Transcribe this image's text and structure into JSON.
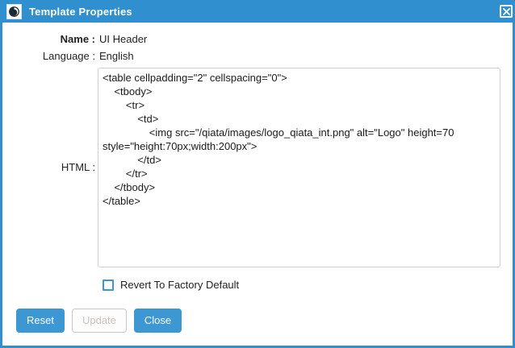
{
  "window": {
    "title": "Template Properties",
    "icon": "app-logo-icon",
    "close_icon": "close-icon",
    "accent_color": "#3090cf",
    "border_color": "#3090cf"
  },
  "form": {
    "name": {
      "label": "Name :",
      "value": "UI Header"
    },
    "language": {
      "label": "Language :",
      "value": "English"
    },
    "html": {
      "label": "HTML :",
      "value": "<table cellpadding=\"2\" cellspacing=\"0\">\n    <tbody>\n        <tr>\n            <td>\n                <img src=\"/qiata/images/logo_qiata_int.png\" alt=\"Logo\" height=70 style=\"height:70px;width:200px\">\n            </td>\n        </tr>\n    </tbody>\n</table>"
    },
    "revert_checkbox": {
      "label": "Revert To Factory Default",
      "checked": false
    }
  },
  "buttons": {
    "reset": "Reset",
    "update": "Update",
    "close": "Close"
  }
}
